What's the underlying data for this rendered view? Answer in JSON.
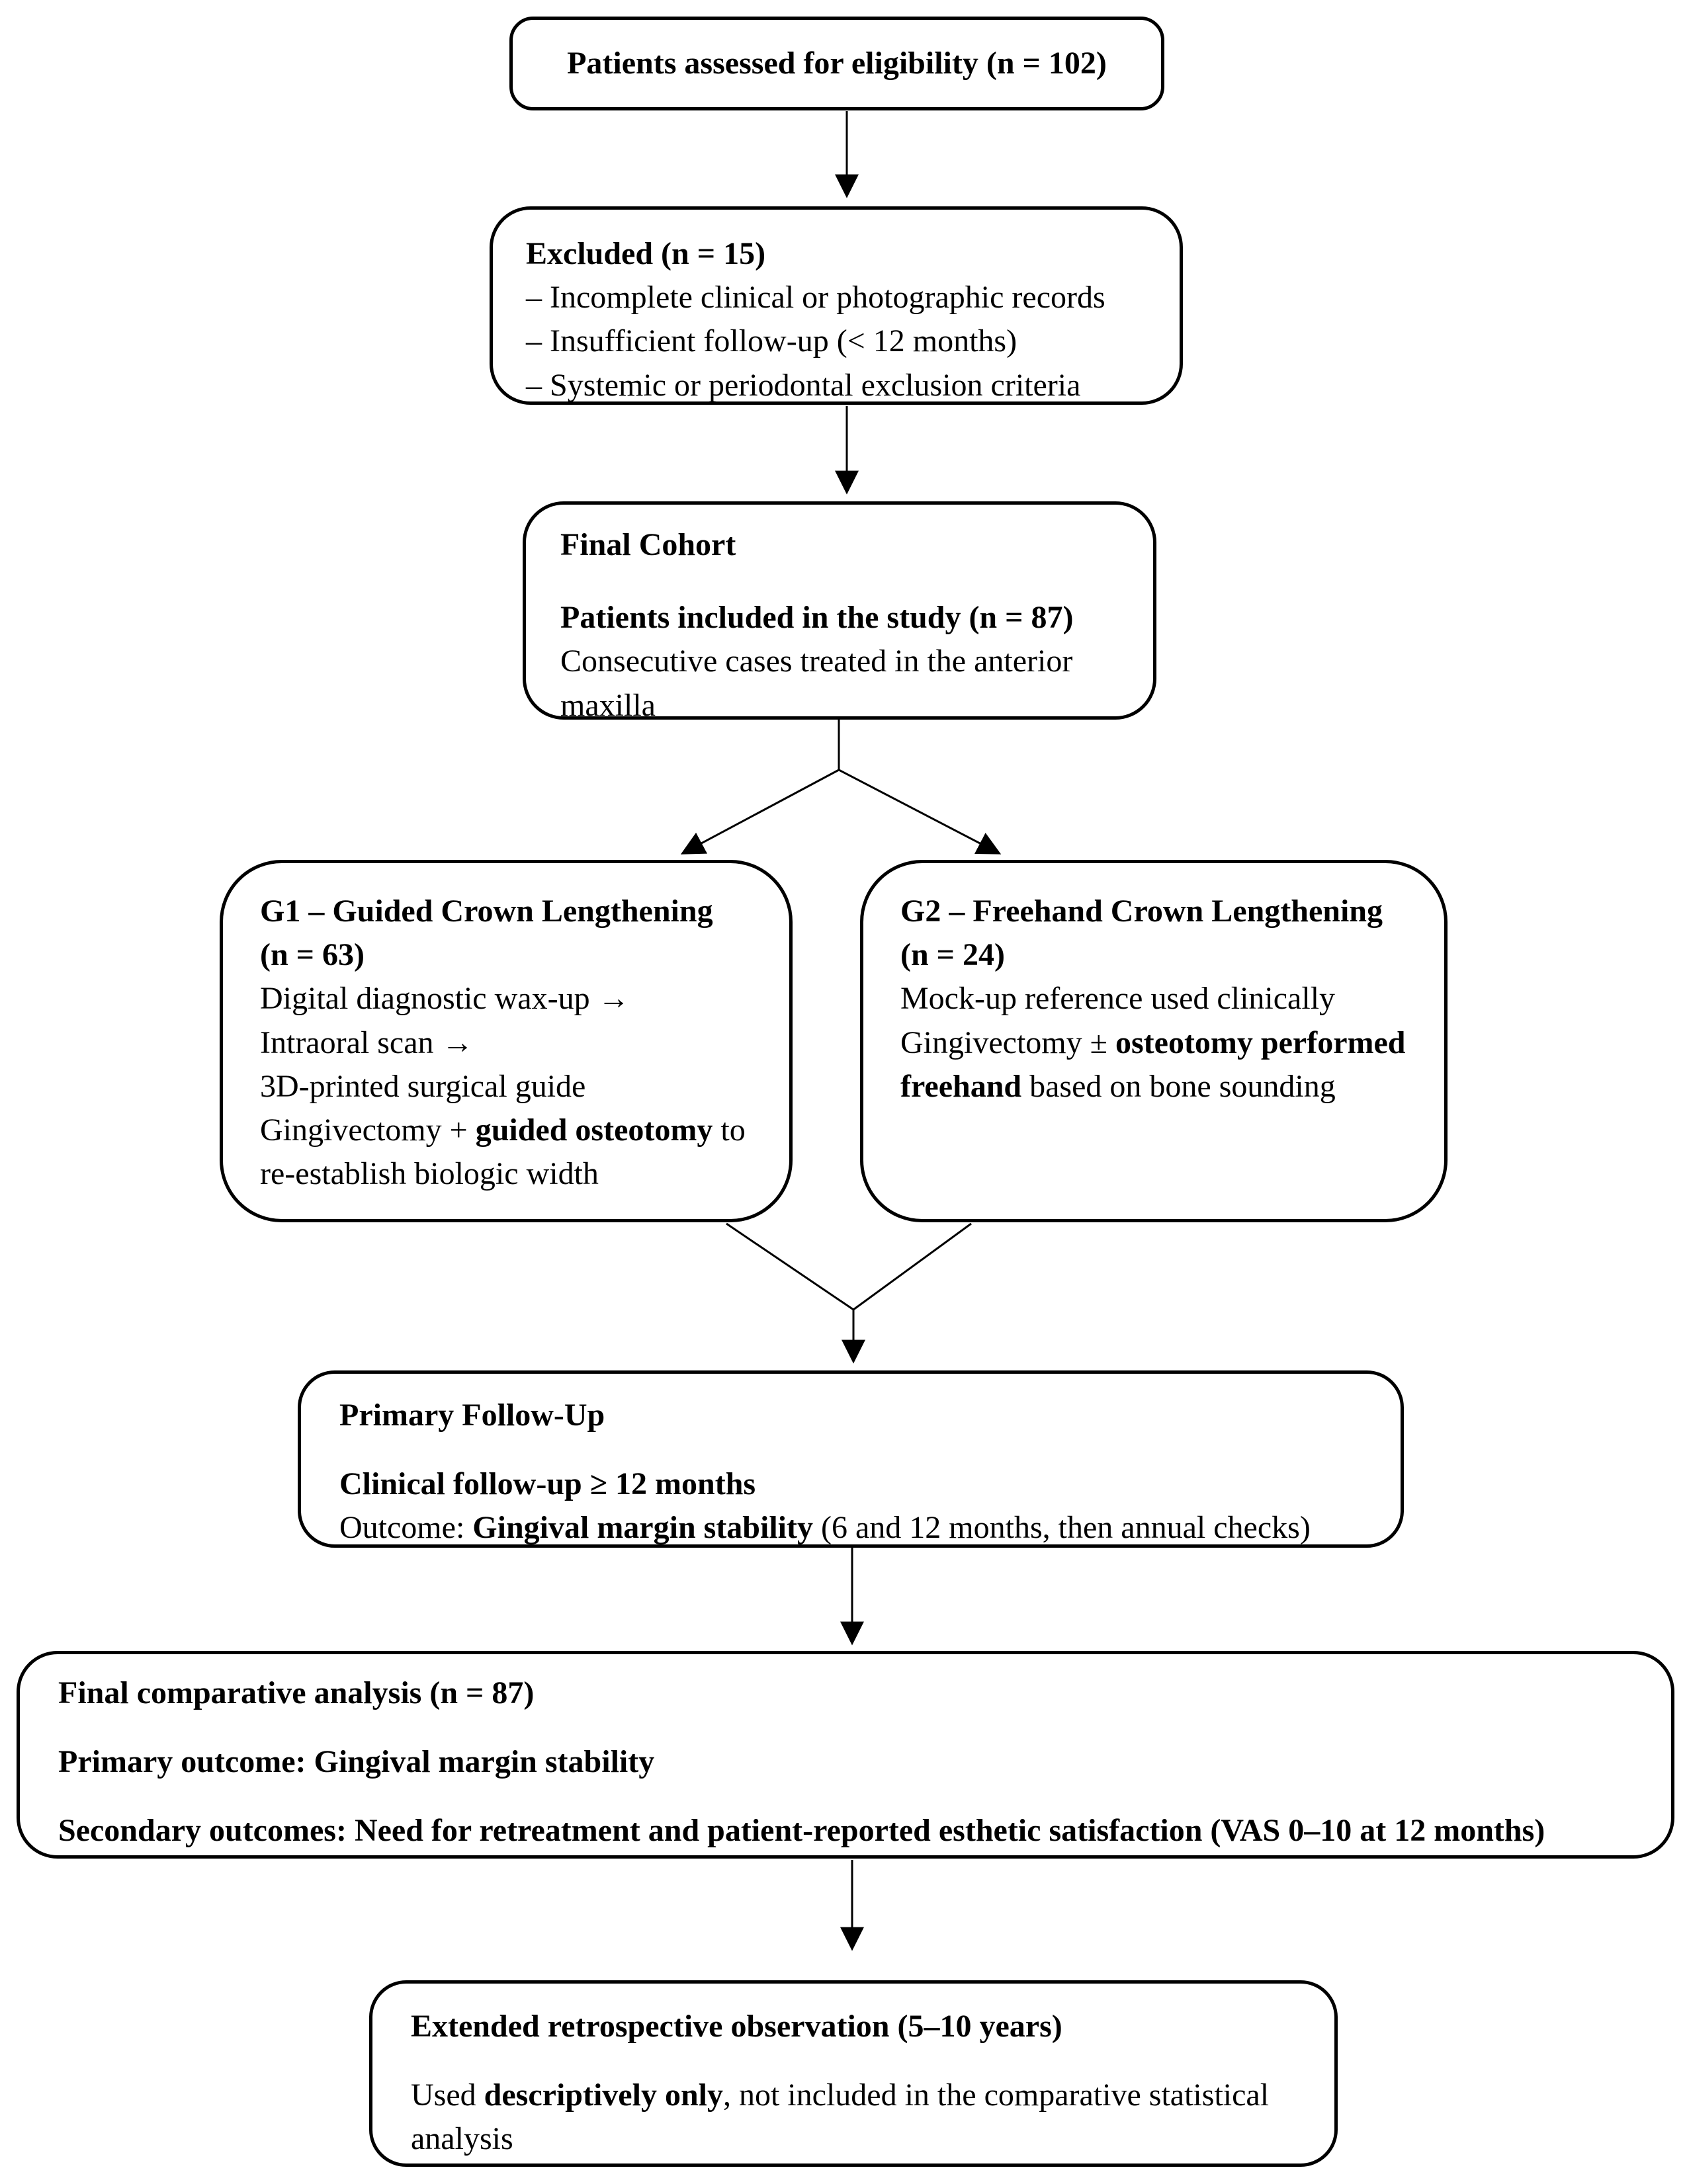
{
  "diagram": {
    "eligibility": {
      "title": "Patients assessed for eligibility (n = 102)"
    },
    "excluded": {
      "title": "Excluded (n = 15)",
      "item1": "– Incomplete clinical or photographic records",
      "item2": "– Insufficient follow-up (< 12 months)",
      "item3": "– Systemic or periodontal exclusion criteria"
    },
    "final_cohort": {
      "title": "Final Cohort",
      "subtitle": "Patients included in the study (n = 87)",
      "body": "Consecutive cases treated in the anterior maxilla"
    },
    "g1": {
      "title": "G1 – Guided Crown Lengthening",
      "n": "(n = 63)",
      "line1": "Digital diagnostic wax-up →",
      "line2": "Intraoral scan →",
      "line3": "3D-printed surgical guide",
      "line4_pre": "Gingivectomy + ",
      "line4_bold": "guided osteotomy",
      "line4_post": " to re-establish biologic width"
    },
    "g2": {
      "title": "G2 – Freehand Crown Lengthening",
      "n": "(n = 24)",
      "line1": "Mock-up reference used clinically",
      "line2_pre": "Gingivectomy ± ",
      "line2_bold": "osteotomy performed freehand",
      "line2_post": " based on bone sounding"
    },
    "followup": {
      "title": "Primary Follow-Up",
      "line1": "Clinical follow-up ≥ 12 months",
      "line2_pre": "Outcome: ",
      "line2_bold": "Gingival margin stability",
      "line2_post": " (6 and 12 months, then annual checks)"
    },
    "final_analysis": {
      "line1": "Final comparative analysis (n = 87)",
      "line2": "Primary outcome: Gingival margin stability",
      "line3": "Secondary outcomes: Need for retreatment and patient-reported esthetic satisfaction (VAS 0–10 at 12 months)"
    },
    "extended": {
      "title": "Extended retrospective observation (5–10 years)",
      "line_pre": "Used ",
      "line_bold": "descriptively only",
      "line_post": ", not included in the comparative statistical analysis"
    }
  },
  "colors": {
    "line": "#000000",
    "box_background": "#ffffff",
    "text": "#000000"
  }
}
